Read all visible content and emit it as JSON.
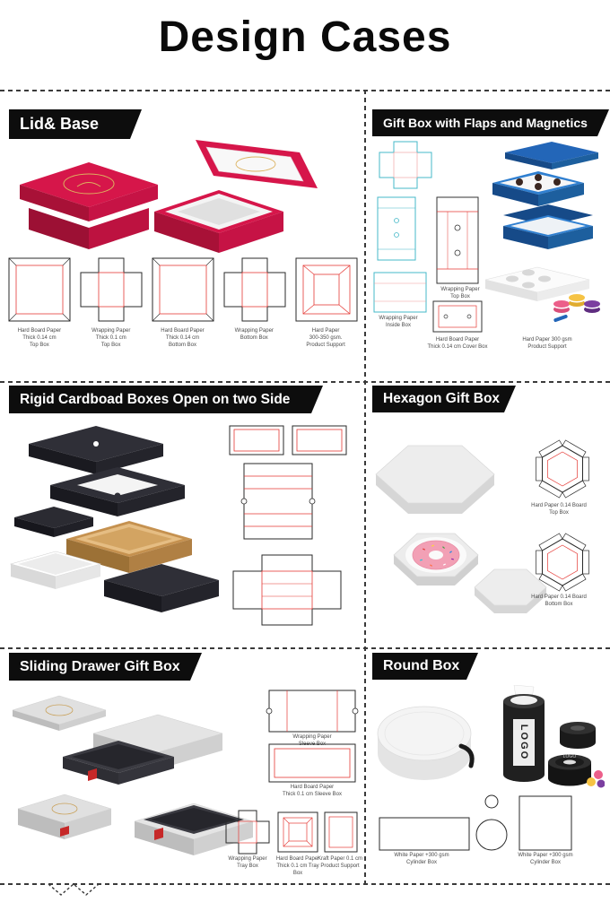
{
  "page": {
    "title": "Design Cases"
  },
  "colors": {
    "banner_black": "#0d0d0d",
    "box_red": "#d6164a",
    "dieline_red": "#e53935",
    "dieline_teal": "#45b8c8",
    "box_blue": "#2366b8",
    "kraft_brown": "#c5914f",
    "ribbon_red": "#c62828",
    "gold": "#c9a15a"
  },
  "sections": {
    "lid_base": {
      "label": "Lid& Base",
      "captions": [
        "Hard Board Paper\nThick 0.14 cm\nTop Box",
        "Wrapping Paper\nThick 0.1 cm\nTop Box",
        "Hard Board Paper\nThick 0.14 cm\nBottom Box",
        "Wrapping Paper\nBottom Box",
        "Hard Paper\n300-350 gsm.\nProduct Support"
      ]
    },
    "flaps_magnetics": {
      "label": "Gift Box with Flaps and Magnetics",
      "captions": [
        "Wrapping Paper\nInside Box",
        "Wrapping Paper\nTop Box",
        "Hard Board Paper\nThick 0.14 cm Cover Box",
        "Hard Paper 300 gsm\nProduct Support"
      ]
    },
    "rigid_two_side": {
      "label": "Rigid Cardboad Boxes Open on two Side"
    },
    "hexagon": {
      "label": "Hexagon Gift Box",
      "captions": [
        "Hard Paper 0.14 Board\nTop Box",
        "Hard Paper 0.14 Board\nBottom Box"
      ]
    },
    "sliding_drawer": {
      "label": "Sliding Drawer Gift Box",
      "captions": [
        "Wrapping Paper\nSleeve Box",
        "Hard Board Paper\nThick 0.1 cm Sleeve Box",
        "Wrapping Paper\nTray Box",
        "Hard Board Paper\nThick 0.1 cm Tray Box",
        "Kraft Paper 0.1 cm\nProduct Support"
      ]
    },
    "round_box": {
      "label": "Round Box",
      "logo_text": "LOGO",
      "captions": [
        "White Paper +300 gsm\nCylinder Box",
        "White Paper +300 gsm\nCylinder Box"
      ]
    }
  }
}
